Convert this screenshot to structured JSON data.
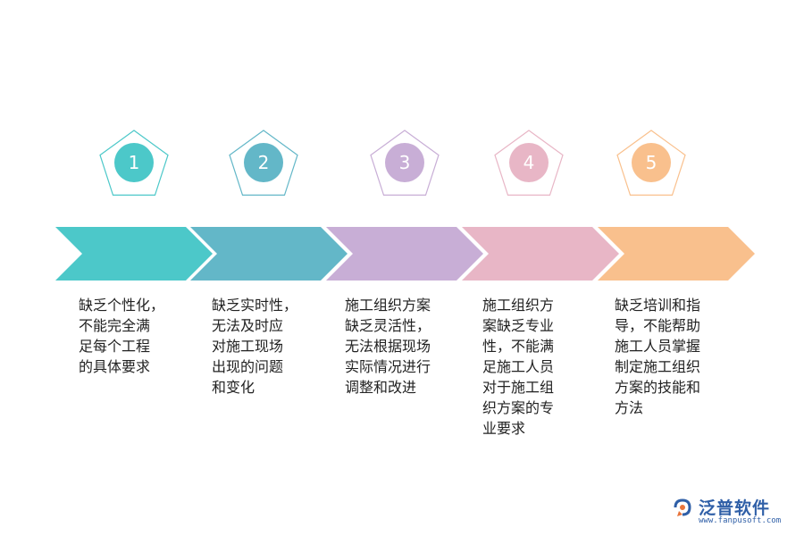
{
  "steps": [
    {
      "number": "1",
      "color": "#4cc8c9",
      "text": "缺乏个性化，\n不能完全满\n足每个工程\n的具体要求"
    },
    {
      "number": "2",
      "color": "#63b7c8",
      "text": "缺乏实时性，\n无法及时应\n对施工现场\n出现的问题\n和变化"
    },
    {
      "number": "3",
      "color": "#c8aed6",
      "text": "施工组织方案\n缺乏灵活性，\n无法根据现场\n实际情况进行\n调整和改进"
    },
    {
      "number": "4",
      "color": "#e8b6c6",
      "text": "施工组织方\n案缺乏专业\n性，不能满\n足施工人员\n对于施工组\n织方案的专\n业要求"
    },
    {
      "number": "5",
      "color": "#f9c08d",
      "text": "缺乏培训和指\n导，不能帮助\n施工人员掌握\n制定施工组织\n方案的技能和\n方法"
    }
  ],
  "logo": {
    "name": "泛普软件",
    "url": "www.fanpusoft.com"
  }
}
